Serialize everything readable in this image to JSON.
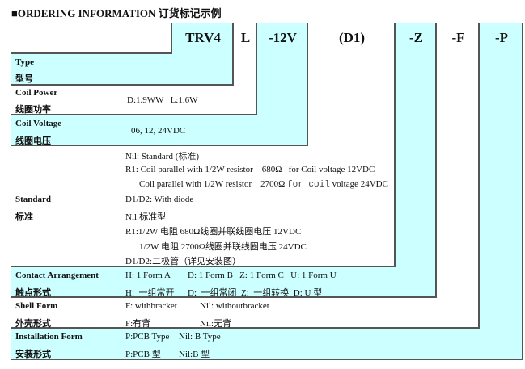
{
  "title": "■ORDERING INFORMATION 订货标记示例",
  "codes": [
    "TRV4",
    "L",
    "-12V",
    "(D1)",
    "-Z",
    "-F",
    "-P"
  ],
  "colors": {
    "cyan": "#ccffff",
    "border": "#555555"
  },
  "type": {
    "en": "Type",
    "cn": "型号"
  },
  "coil_power": {
    "en": "Coil Power",
    "cn": "线圈功率",
    "value": "D:1.9WW   L:1.6W"
  },
  "coil_voltage": {
    "en": "Coil Voltage",
    "cn": "线圈电压",
    "value": "06, 12, 24VDC"
  },
  "standard": {
    "en": "Standard",
    "cn": "标准",
    "lines": [
      "Nil: Standard (标准)",
      "R1: Coil parallel with 1/2W resistor    680Ω   for Coil voltage 12VDC",
      "Coil parallel with 1/2W resistor    2700Ω",
      "for coil",
      "voltage 24VDC",
      "D1/D2: With diode",
      "Nil:标准型",
      "R1:1/2W 电阻 680Ω线圈并联线圈电压 12VDC",
      "1/2W 电阻 2700Ω线圈并联线圈电压 24VDC",
      "D1/D2:二极管（详见安装图）"
    ]
  },
  "contact": {
    "en": "Contact Arrangement",
    "cn": "触点形式",
    "en_vals": [
      "H: 1 Form A",
      "D: 1 Form B   Z: 1 Form C   U: 1 Form U"
    ],
    "cn_vals": [
      "H:  一组常开",
      "D:  一组常闭  Z:  一组转换  D: U 型"
    ]
  },
  "shell": {
    "en": "Shell Form",
    "cn": "外壳形式",
    "en_vals": [
      "F: withbracket",
      "Nil: withoutbracket"
    ],
    "cn_vals": [
      "F:有背",
      "Nil:无背"
    ]
  },
  "install": {
    "en": "Installation Form",
    "cn": "安装形式",
    "en_vals": [
      "P:PCB Type",
      "Nil: B Type"
    ],
    "cn_vals": [
      "P:PCB 型",
      "Nil:B 型"
    ]
  }
}
